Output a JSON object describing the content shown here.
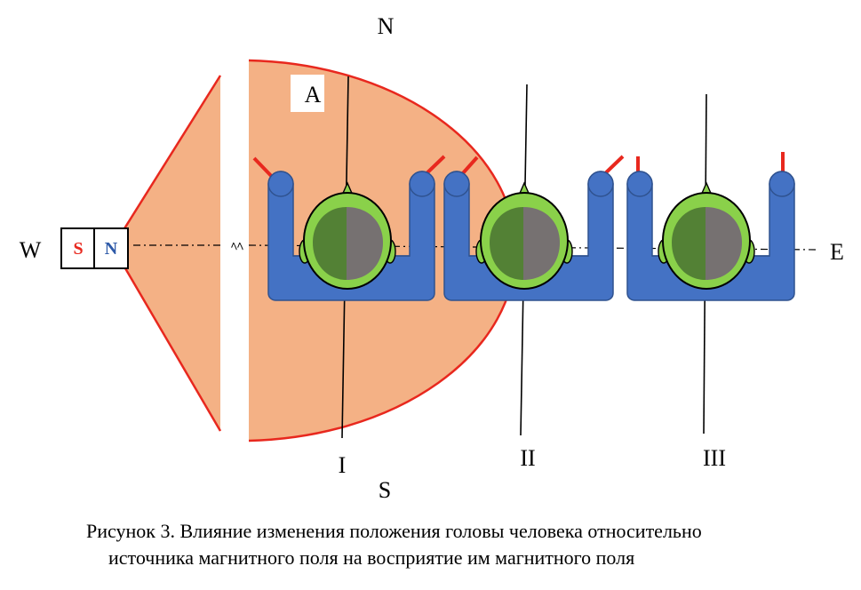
{
  "labels": {
    "north": "N",
    "south": "S",
    "west": "W",
    "east": "E",
    "region": "A",
    "magnet_s": "S",
    "magnet_n": "N",
    "position_1": "I",
    "position_2": "II",
    "position_3": "III"
  },
  "caption": {
    "line1": "Рисунок 3. Влияние изменения положения головы человека относительно",
    "line2": "источника магнитного поля на восприятие им магнитного поля"
  },
  "colors": {
    "field": "#f4b185",
    "field_outline": "#e8281e",
    "chair": "#4472c4",
    "chair_outline": "#2f528f",
    "head_light": "#8ad14a",
    "head_dark": "#538135",
    "head_grey": "#767171",
    "indicator": "#e8281e",
    "magnet_s": "#e8281e",
    "magnet_n": "#2e5aa8"
  }
}
